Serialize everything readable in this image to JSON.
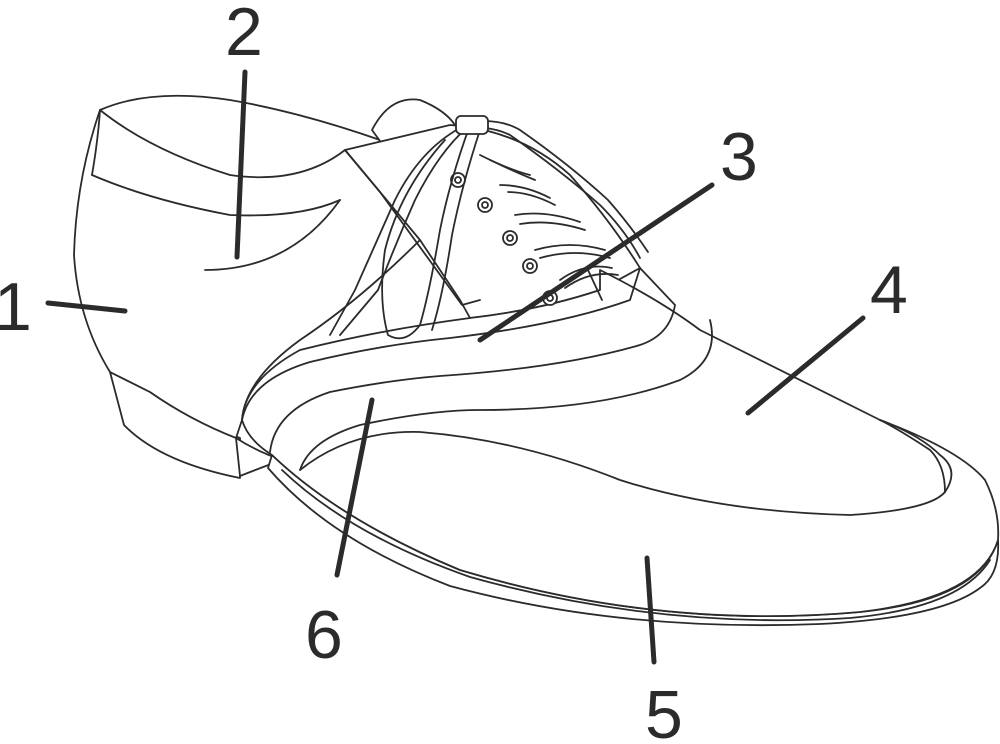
{
  "diagram": {
    "subject": "shoe-illustration",
    "callouts": [
      {
        "id": "callout-1",
        "label": "1"
      },
      {
        "id": "callout-2",
        "label": "2"
      },
      {
        "id": "callout-3",
        "label": "3"
      },
      {
        "id": "callout-4",
        "label": "4"
      },
      {
        "id": "callout-5",
        "label": "5"
      },
      {
        "id": "callout-6",
        "label": "6"
      }
    ],
    "colors": {
      "line": "#2b2b2b",
      "background": "#ffffff"
    }
  }
}
